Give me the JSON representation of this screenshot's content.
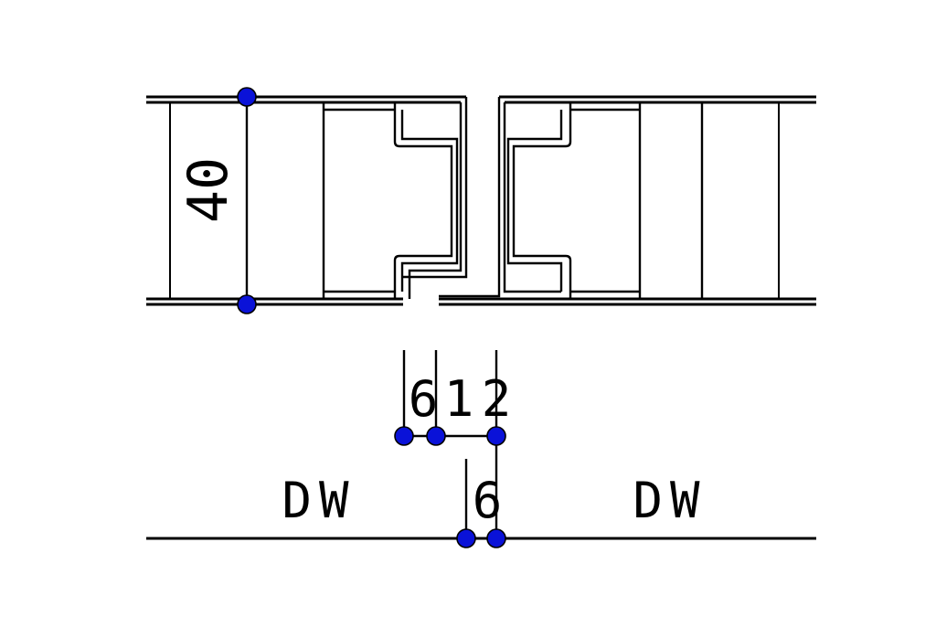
{
  "section_view": {
    "thickness_dimension": "40"
  },
  "joint_detail": {
    "gap_dimensions": [
      "6",
      "1",
      "2"
    ],
    "offset_dimension": "6",
    "left_material": "DW",
    "right_material": "DW"
  },
  "colors": {
    "line": "#000000",
    "marker": "#0a12d8",
    "background": "#ffffff"
  }
}
